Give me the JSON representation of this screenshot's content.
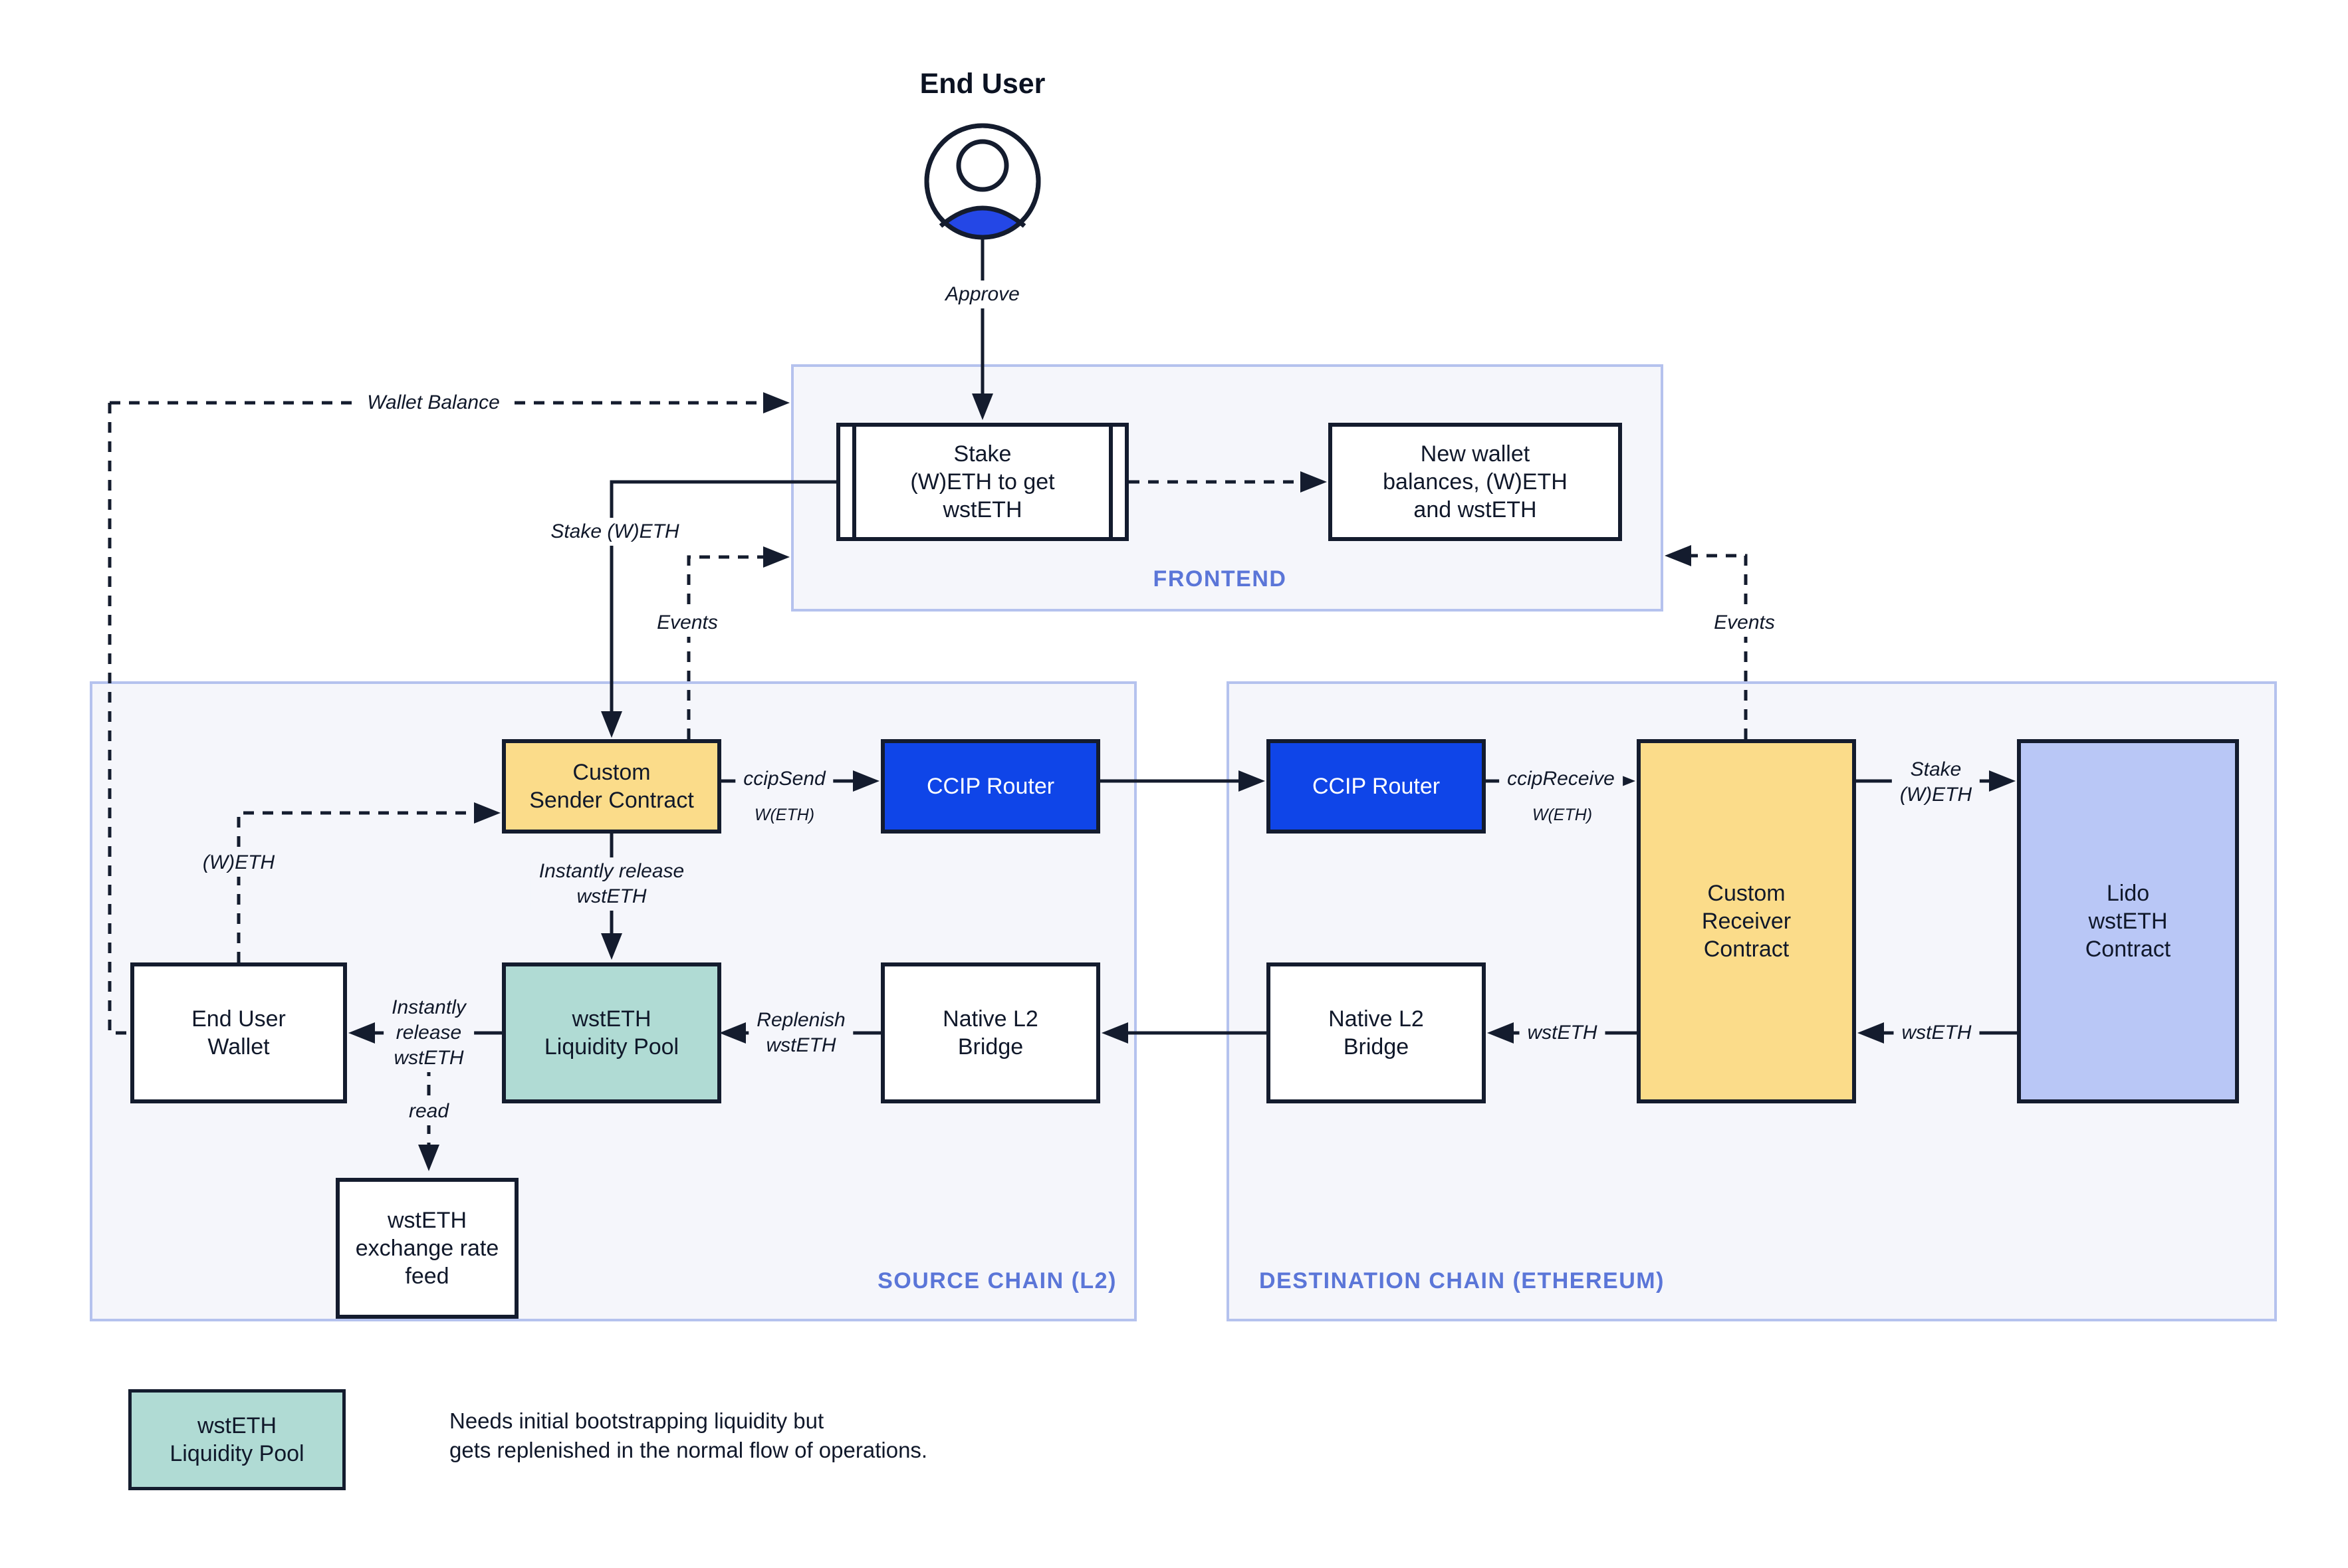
{
  "title": "End User",
  "sections": {
    "frontend": "FRONTEND",
    "source": "SOURCE CHAIN (L2)",
    "destination": "DESTINATION CHAIN (ETHEREUM)"
  },
  "nodes": {
    "stake_box": [
      "Stake",
      "(W)ETH to get",
      "wstETH"
    ],
    "new_wallet": [
      "New wallet",
      "balances, (W)ETH",
      "and wstETH"
    ],
    "sender": [
      "Custom",
      "Sender Contract"
    ],
    "router_source": "CCIP Router",
    "router_dest": "CCIP Router",
    "receiver": [
      "Custom",
      "Receiver",
      "Contract"
    ],
    "lido": [
      "Lido",
      "wstETH",
      "Contract"
    ],
    "bridge_source": [
      "Native L2",
      "Bridge"
    ],
    "bridge_dest": [
      "Native L2",
      "Bridge"
    ],
    "pool": [
      "wstETH",
      "Liquidity Pool"
    ],
    "wallet": [
      "End User",
      "Wallet"
    ],
    "feed": [
      "wstETH",
      "exchange rate",
      "feed"
    ]
  },
  "flows": {
    "approve": "Approve",
    "wallet_balance": "Wallet Balance",
    "stake_weth": "Stake (W)ETH",
    "events_left": "Events",
    "events_right": "Events",
    "ccip_send": "ccipSend",
    "ccip_send_asset": "W(ETH)",
    "ccip_receive": "ccipReceive",
    "ccip_receive_asset": "W(ETH)",
    "stake_weth_right": [
      "Stake",
      "(W)ETH"
    ],
    "wsteth_from_lido": "wstETH",
    "wsteth_to_bridge": "wstETH",
    "replenish": [
      "Replenish",
      "wstETH"
    ],
    "instantly_release_down": [
      "Instantly release",
      "wstETH"
    ],
    "instantly_release_left": [
      "Instantly",
      "release",
      "wstETH"
    ],
    "read": "read",
    "weth": "(W)ETH"
  },
  "legend": {
    "swatch": [
      "wstETH",
      "Liquidity Pool"
    ],
    "note": [
      "Needs initial bootstrapping liquidity but",
      "gets replenished in the normal flow of operations."
    ]
  },
  "colors": {
    "background": "#ffffff",
    "ink": "#141c2e",
    "panel_fill": "#f5f6fb",
    "panel_border": "#b5c2ee",
    "section_label": "#5b76d8",
    "node_yellow": "#fbdc8a",
    "node_blue": "#0f45e8",
    "node_teal": "#b0dbd4",
    "node_lavender": "#b9c7f6",
    "icon_blue": "#2447e6"
  }
}
